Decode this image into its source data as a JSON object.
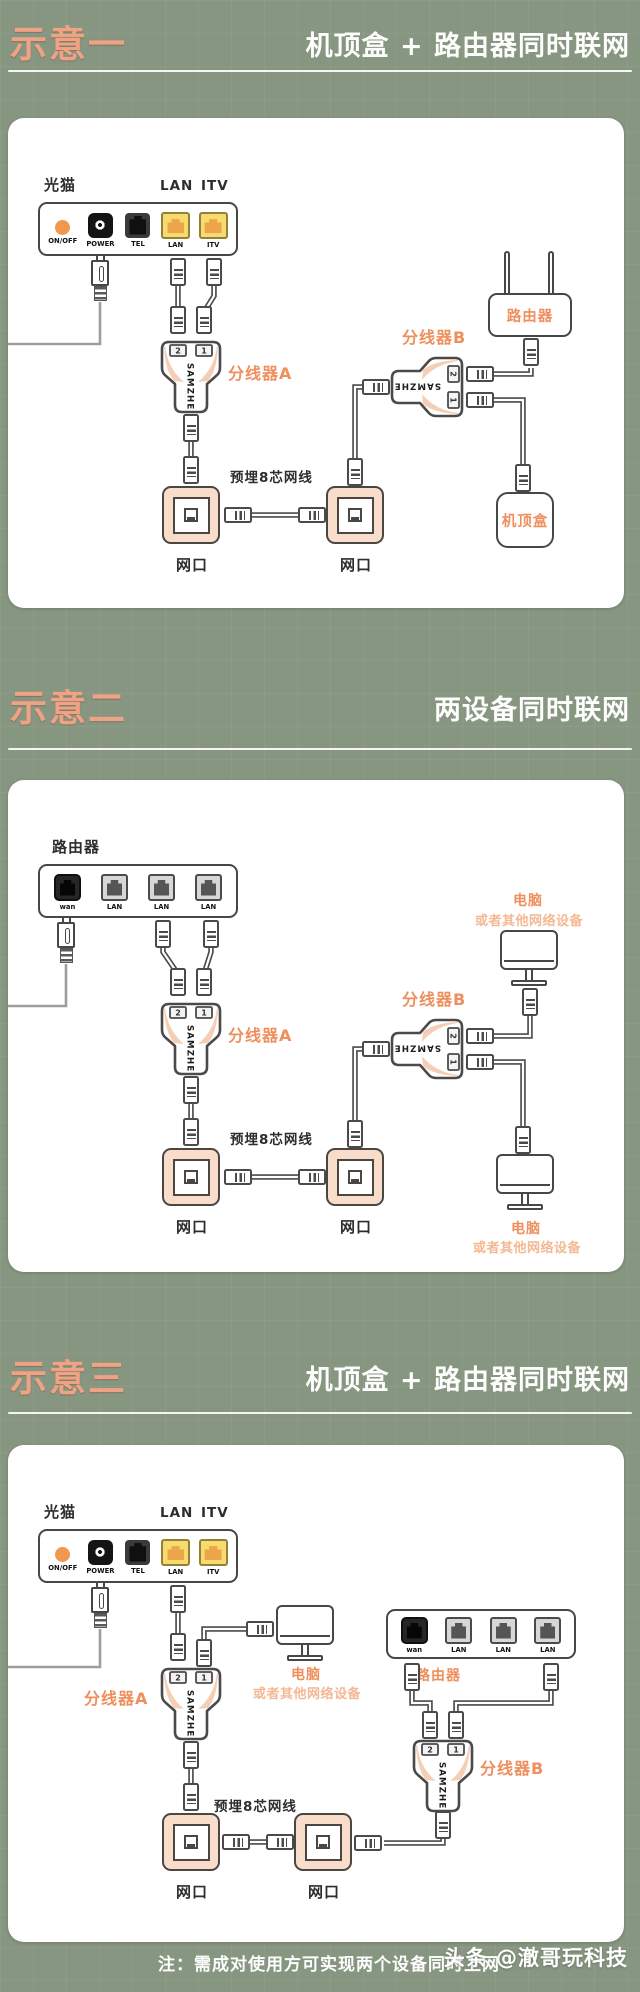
{
  "sections": [
    {
      "title": "示意一",
      "subtitle": "机顶盒 + 路由器同时联网"
    },
    {
      "title": "示意二",
      "subtitle": "两设备同时联网"
    },
    {
      "title": "示意三",
      "subtitle": "机顶盒 + 路由器同时联网"
    }
  ],
  "labels": {
    "modem": "光猫",
    "router": "路由器",
    "stb": "机顶盒",
    "pc": "电脑",
    "pc_alt": "或者其他网络设备",
    "splitter_a": "分线器A",
    "splitter_b": "分线器B",
    "brand": "SAMZHE",
    "port2": "2",
    "port1": "1",
    "socket": "网口",
    "cable": "预埋8芯网线",
    "lan": "LAN",
    "itv": "ITV"
  },
  "modem_ports": [
    "ON/OFF",
    "POWER",
    "TEL",
    "LAN",
    "ITV"
  ],
  "router_ports": [
    "wan",
    "LAN",
    "LAN",
    "LAN"
  ],
  "footer": {
    "note": "注：需成对使用方可实现两个设备同时上网",
    "watermark": "头条 @澈哥玩科技"
  },
  "colors": {
    "background": "#879680",
    "accent_orange": "#ee8f5d",
    "accent_light": "#f4b893",
    "title_peach": "#f0a285",
    "socket_fill": "#f8ddcb",
    "port_yellow": "#f6dc6e"
  }
}
